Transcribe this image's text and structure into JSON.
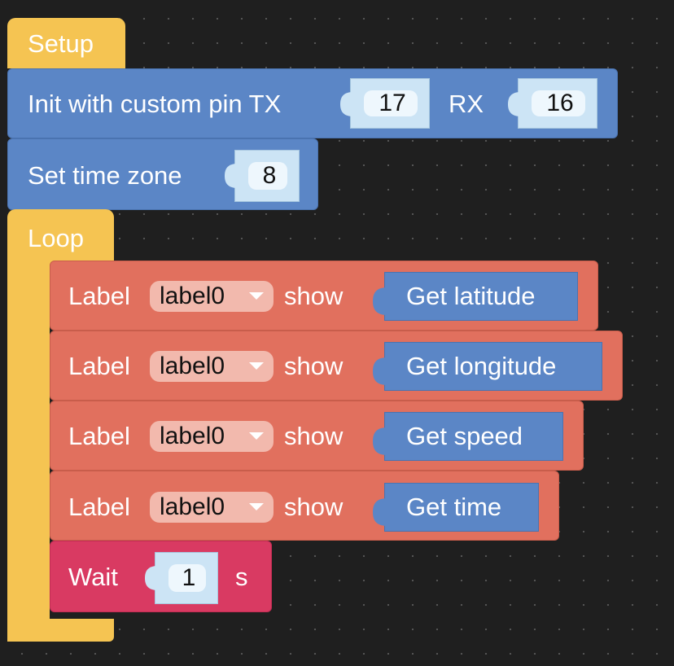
{
  "setup": {
    "label": "Setup"
  },
  "init": {
    "label": "Init with custom pin TX",
    "tx": "17",
    "rx_label": "RX",
    "rx": "16"
  },
  "timezone": {
    "label": "Set time zone",
    "value": "8"
  },
  "loop": {
    "label": "Loop"
  },
  "label_blocks": [
    {
      "label": "Label",
      "dropdown": "label0",
      "show": "show",
      "value": "Get latitude"
    },
    {
      "label": "Label",
      "dropdown": "label0",
      "show": "show",
      "value": "Get longitude"
    },
    {
      "label": "Label",
      "dropdown": "label0",
      "show": "show",
      "value": "Get speed"
    },
    {
      "label": "Label",
      "dropdown": "label0",
      "show": "show",
      "value": "Get time"
    }
  ],
  "wait": {
    "label": "Wait",
    "value": "1",
    "unit": "s"
  },
  "colors": {
    "event": "#f5c452",
    "gps": "#5b86c6",
    "label": "#e1705e",
    "wait": "#d93a62",
    "input": "#cce4f5",
    "canvas": "#1f1f1f"
  }
}
